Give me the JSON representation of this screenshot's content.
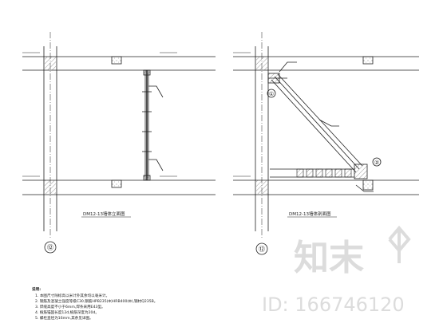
{
  "drawings": [
    {
      "caption": "DM12-13墙体立面图",
      "axis_label": "⑫"
    },
    {
      "caption": "DM12-13墙体剖面图",
      "axis_label": "⑫",
      "callouts": [
        "①",
        "②"
      ]
    }
  ],
  "notes": {
    "heading": "说明:",
    "items": [
      "1. 本图尺寸除标高以米计外其余均以毫米计。",
      "2. 钢筋及混凝土强度等级C30,钢筋HPB235(Φ)HRB400(Φ),钢材Q235B。",
      "3. 焊缝高度不小于6mm,焊条采用E43型。",
      "4. 植筋锚固长度12d,植筋深度为20d。",
      "5. 螺栓直径为16mm,其余见详图。"
    ]
  },
  "watermark": {
    "brand": "知末",
    "id_text": "ID: 166746120"
  }
}
